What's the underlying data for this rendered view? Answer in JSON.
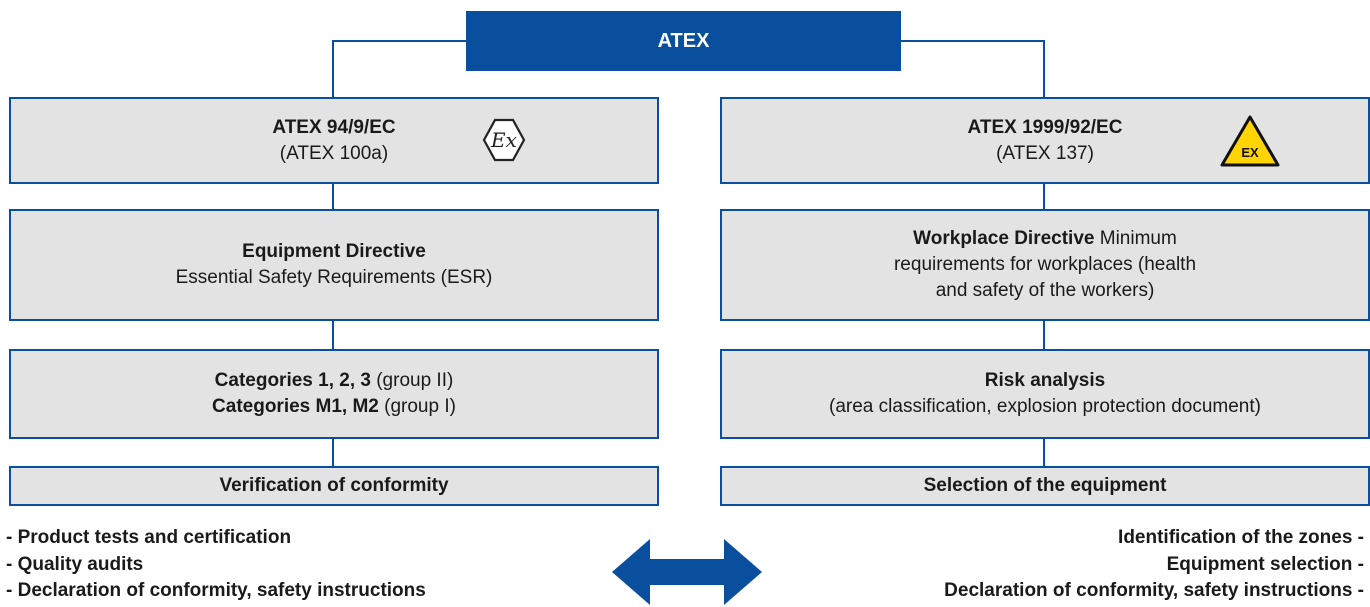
{
  "top": {
    "title": "ATEX"
  },
  "left": {
    "directive_title": "ATEX 94/9/EC",
    "directive_sub": "(ATEX 100a)",
    "scope_title": "Equipment Directive",
    "scope_text": "Essential Safety Requirements (ESR)",
    "cat1_bold": "Categories 1, 2, 3",
    "cat1_rest": " (group II)",
    "cat2_bold": "Categories M1, M2",
    "cat2_rest": " (group I)",
    "final": "Verification of conformity",
    "bullets": [
      "- Product tests and certification",
      "- Quality audits",
      "- Declaration of conformity, safety instructions"
    ],
    "icon": "ex-mark-icon",
    "icon_text": "Ex"
  },
  "right": {
    "directive_title": "ATEX 1999/92/EC",
    "directive_sub": "(ATEX 137)",
    "scope_title": "Workplace Directive",
    "scope_line1_rest": " Minimum",
    "scope_line2": "requirements for workplaces (health",
    "scope_line3": "and safety of the workers)",
    "risk_title": "Risk analysis",
    "risk_text": "(area classification, explosion protection document)",
    "final": "Selection of the equipment",
    "bullets": [
      "Identification of the zones -",
      "Equipment selection -",
      "Declaration of conformity, safety instructions -"
    ],
    "icon": "ex-warning-triangle-icon",
    "icon_text": "EX"
  },
  "colors": {
    "blue": "#0a4f9e",
    "box_gray": "#e3e3e3",
    "warning_yellow": "#ffd400"
  },
  "arrow": {
    "icon": "double-arrow-icon"
  }
}
